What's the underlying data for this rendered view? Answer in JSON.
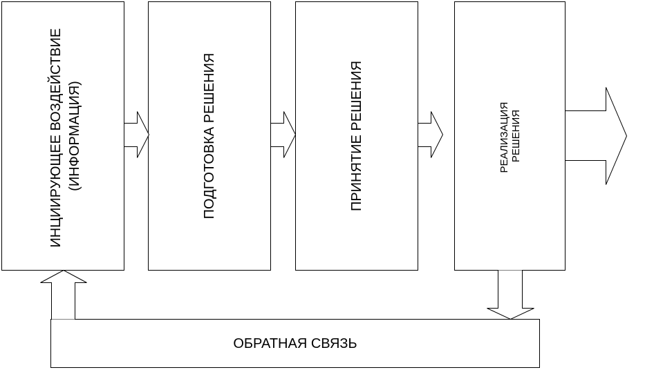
{
  "stages": [
    {
      "lines": [
        "ИНЦИИРУЮЩЕЕ ВОЗДЕЙСТВИЕ",
        "(ИНФОРМАЦИЯ)"
      ]
    },
    {
      "lines": [
        "ПОДГОТОВКА РЕШЕНИЯ"
      ]
    },
    {
      "lines": [
        "ПРИНЯТИЕ РЕШЕНИЯ"
      ]
    },
    {
      "lines": [
        "РЕАЛИЗАЦИЯ",
        "РЕШЕНИЯ"
      ]
    }
  ],
  "feedback": {
    "label": "ОБРАТНАЯ СВЯЗЬ"
  }
}
